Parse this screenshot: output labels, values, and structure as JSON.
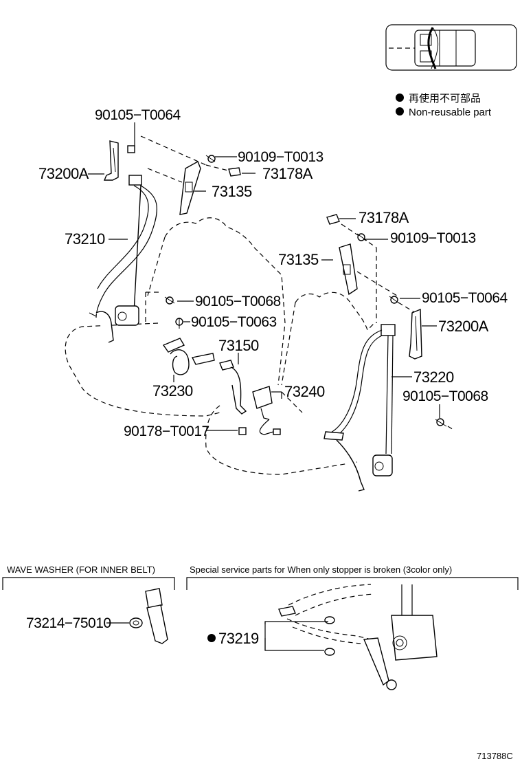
{
  "legend": {
    "japanese": "再使用不可部品",
    "english": "Non-reusable part"
  },
  "labels": {
    "p90105_T0064_top": "90105−T0064",
    "p73200A_left": "73200A",
    "p90109_T0013_top": "90109−T0013",
    "p73178A_top": "73178A",
    "p73135_top": "73135",
    "p73210": "73210",
    "p73178A_right": "73178A",
    "p90109_T0013_right": "90109−T0013",
    "p73135_right": "73135",
    "p90105_T0068_mid": "90105−T0068",
    "p90105_T0064_right": "90105−T0064",
    "p90105_T0063": "90105−T0063",
    "p73200A_right": "73200A",
    "p73150": "73150",
    "p73230": "73230",
    "p73240": "73240",
    "p73220": "73220",
    "p90105_T0068_right": "90105−T0068",
    "p90178_T0017": "90178−T0017",
    "p73214_75010": "73214−75010",
    "p73219": "73219"
  },
  "captions": {
    "wave_washer": "WAVE WASHER (FOR INNER BELT)",
    "special_service": "Special service parts for When only stopper is broken (3color only)"
  },
  "figure_id": "713788C",
  "icons": {
    "non_reusable_marker": "filled-circle",
    "vehicle_locator": "vehicle-top-view-icon"
  }
}
